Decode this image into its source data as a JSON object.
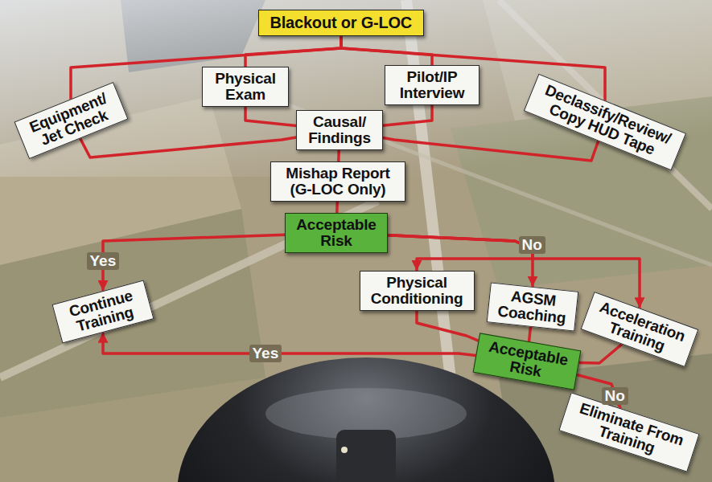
{
  "diagram": {
    "nodes": [
      {
        "text": [
          "Blackout or G-LOC"
        ]
      },
      {
        "text": [
          "Equipment/ Jet Check"
        ]
      },
      {
        "text": [
          "Physical Exam"
        ]
      },
      {
        "text": [
          "Pilot/IP Interview"
        ]
      },
      {
        "text": [
          "Declassify/Review/ Copy HUD Tape"
        ]
      },
      {
        "text": [
          "Causal/ Findings"
        ]
      },
      {
        "text": [
          "Mishap Report (G-LOC Only)"
        ]
      },
      {
        "text": [
          "Acceptable Risk"
        ]
      },
      {
        "text": [
          "Continue Training"
        ]
      },
      {
        "text": [
          "Physical Conditioning"
        ]
      },
      {
        "text": [
          "AGSM Coaching"
        ]
      },
      {
        "text": [
          "Acceleration Training"
        ]
      },
      {
        "text": [
          "Acceptable Risk"
        ]
      },
      {
        "text": [
          "Eliminate From Training"
        ]
      }
    ],
    "edges": [
      {
        "from": 0,
        "to": 1,
        "arrow": "none"
      },
      {
        "from": 0,
        "to": 2,
        "arrow": "none"
      },
      {
        "from": 0,
        "to": 3,
        "arrow": "none"
      },
      {
        "from": 0,
        "to": 4,
        "arrow": "none"
      },
      {
        "from": 1,
        "to": 5,
        "arrow": "none"
      },
      {
        "from": 2,
        "to": 5,
        "arrow": "none"
      },
      {
        "from": 3,
        "to": 5,
        "arrow": "none"
      },
      {
        "from": 4,
        "to": 5,
        "arrow": "none"
      },
      {
        "from": 5,
        "to": 6,
        "arrow": "none"
      },
      {
        "from": 6,
        "to": 7,
        "arrow": "none"
      },
      {
        "from": 7,
        "to": 8,
        "label": "Yes",
        "arrow": "to"
      },
      {
        "from": 7,
        "to": 9,
        "arrow": "to"
      },
      {
        "from": 7,
        "to": 10,
        "label": "No",
        "arrow": "to"
      },
      {
        "from": 7,
        "to": 11,
        "arrow": "to"
      },
      {
        "from": 9,
        "to": 12,
        "arrow": "none"
      },
      {
        "from": 10,
        "to": 12,
        "arrow": "none"
      },
      {
        "from": 11,
        "to": 12,
        "arrow": "none"
      },
      {
        "from": 12,
        "to": 8,
        "label": "Yes",
        "arrow": "to"
      },
      {
        "from": 12,
        "to": 13,
        "label": "No",
        "arrow": "to"
      }
    ]
  }
}
